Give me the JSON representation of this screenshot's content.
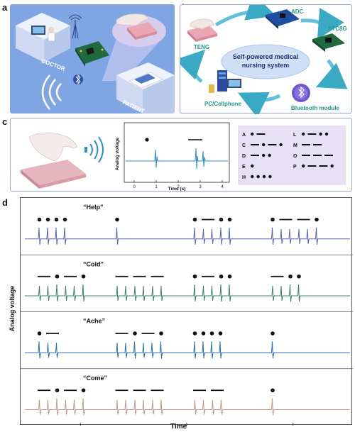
{
  "panel_letters": {
    "a": "a",
    "b": "b",
    "c": "c",
    "d": "d"
  },
  "panel_a": {
    "doctor_label": "DOCTOR",
    "patient_label": "PATIENT"
  },
  "panel_b": {
    "center_title": "Self-powered medical nursing system",
    "teng": "TENG",
    "adc": "ADC",
    "stc": "STC8G",
    "bluetooth": "Bluetooth module",
    "pc": "PC/Cellphone"
  },
  "panel_c": {
    "y_label": "Analog voltage",
    "x_label": "Time (s)",
    "x_ticks": [
      "0",
      "1",
      "2",
      "3",
      "4"
    ],
    "morse_left": [
      {
        "letter": "A",
        "code": ".-"
      },
      {
        "letter": "C",
        "code": "-.-."
      },
      {
        "letter": "D",
        "code": "-.."
      },
      {
        "letter": "E",
        "code": "."
      },
      {
        "letter": "H",
        "code": "...."
      }
    ],
    "morse_right": [
      {
        "letter": "L",
        "code": ".-.."
      },
      {
        "letter": "M",
        "code": "--"
      },
      {
        "letter": "O",
        "code": "---"
      },
      {
        "letter": "P",
        "code": ".--."
      }
    ]
  },
  "panel_d": {
    "y_label": "Analog voltage",
    "x_label": "Time",
    "rows": [
      {
        "word": "“Help”",
        "color": "#5b63b7",
        "groups": [
          "....",
          ".",
          ".-..",
          ".--."
        ]
      },
      {
        "word": "“Cold”",
        "color": "#3f7f6d",
        "groups": [
          "-.-.",
          "---",
          ".-..",
          "-.."
        ]
      },
      {
        "word": "“Ache”",
        "color": "#2c6fb2",
        "groups": [
          ".-",
          "-.-.",
          "....",
          "."
        ]
      },
      {
        "word": "“Come”",
        "color": "#c29a88",
        "groups": [
          "-.-.",
          "---",
          "--",
          "."
        ]
      }
    ]
  },
  "colors": {
    "panel_a_bg": "#7fa6e3",
    "morse_bg": "#e7e1f6",
    "trace_c": "#2a8fc9",
    "teal": "#1f9a8a"
  }
}
